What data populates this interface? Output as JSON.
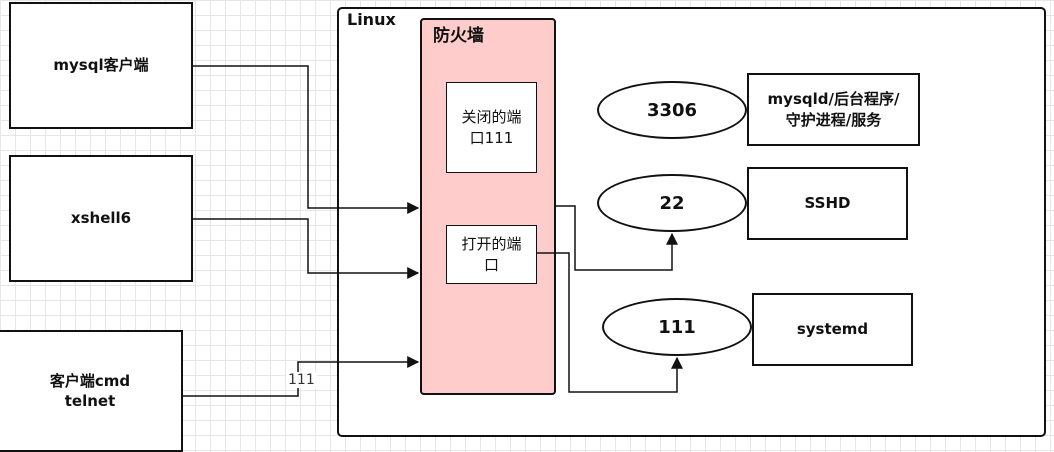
{
  "clients": {
    "mysql": "mysql客户端",
    "xshell": "xshell6",
    "cmd_line1": "客户端cmd",
    "cmd_line2": "telnet"
  },
  "linux": {
    "label": "Linux"
  },
  "firewall": {
    "label": "防火墙",
    "closed_port_line1": "关闭的端",
    "closed_port_line2": "口111",
    "open_port_line1": "打开的端",
    "open_port_line2": "口"
  },
  "ports": [
    {
      "number": "3306",
      "service_line1": "mysqld/后台程序/",
      "service_line2": "守护进程/服务"
    },
    {
      "number": "22",
      "service_line1": "SSHD",
      "service_line2": ""
    },
    {
      "number": "111",
      "service_line1": "systemd",
      "service_line2": ""
    }
  ],
  "connection_label": "111",
  "colors": {
    "firewall_fill": "#ffcccc",
    "line": "#111111",
    "grid": "#e6e6e6"
  }
}
